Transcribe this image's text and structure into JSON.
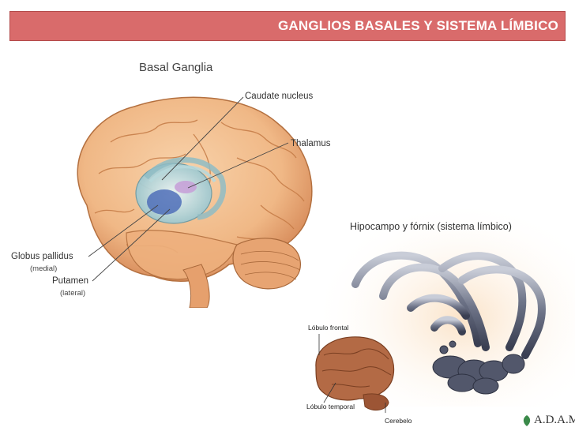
{
  "slide": {
    "title": "GANGLIOS BASALES Y SISTEMA LÍMBICO",
    "title_bg_color": "#d96b6b",
    "title_text_color": "#ffffff"
  },
  "basal_ganglia_figure": {
    "heading": "Basal Ganglia",
    "labels": {
      "caudate": "Caudate nucleus",
      "thalamus": "Thalamus",
      "globus_pallidus": "Globus pallidus",
      "globus_pallidus_sub": "(medial)",
      "putamen": "Putamen",
      "putamen_sub": "(lateral)"
    },
    "brain_color": "#f2bd8a"
  },
  "limbic_figure": {
    "heading": "Hipocampo y fórnix (sistema límbico)",
    "inset_labels": {
      "frontal": "Lóbulo frontal",
      "temporal": "Lóbulo temporal",
      "cerebellum": "Cerebelo"
    },
    "logo": "A.D.A.M."
  }
}
